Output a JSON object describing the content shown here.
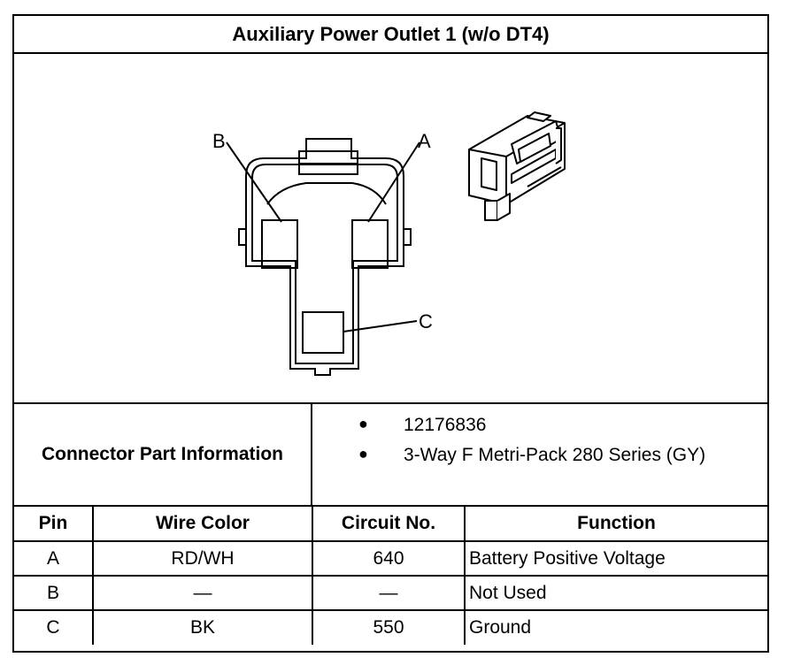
{
  "title": "Auxiliary Power Outlet 1 (w/o DT4)",
  "diagram": {
    "labels": {
      "a": "A",
      "b": "B",
      "c": "C"
    }
  },
  "connector_info": {
    "label": "Connector Part Information",
    "items": [
      "12176836",
      "3-Way F Metri-Pack 280 Series (GY)"
    ]
  },
  "table": {
    "headers": [
      "Pin",
      "Wire Color",
      "Circuit No.",
      "Function"
    ],
    "rows": [
      [
        "A",
        "RD/WH",
        "640",
        "Battery Positive Voltage"
      ],
      [
        "B",
        "—",
        "—",
        "Not Used"
      ],
      [
        "C",
        "BK",
        "550",
        "Ground"
      ]
    ]
  }
}
